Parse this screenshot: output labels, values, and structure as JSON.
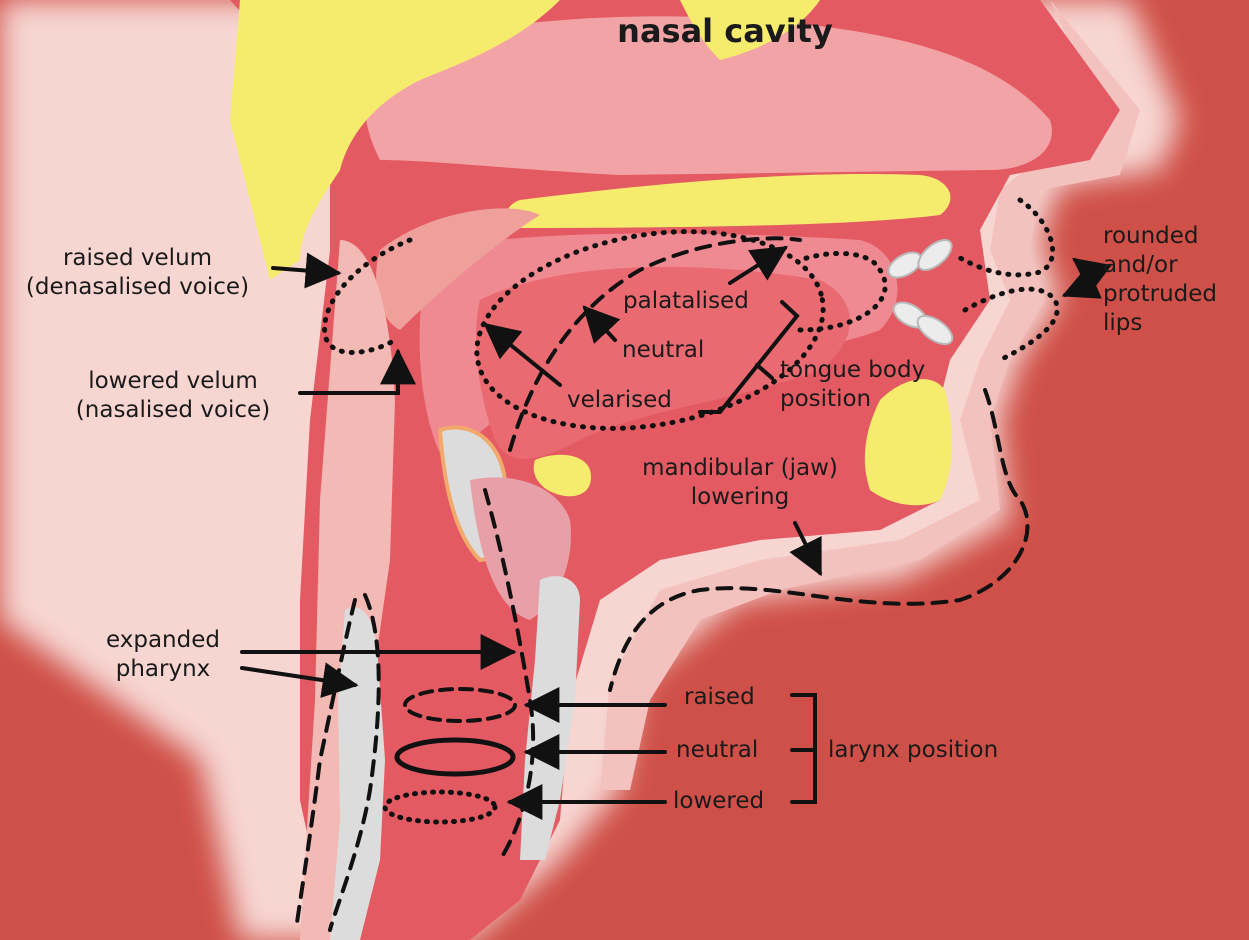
{
  "title": "nasal cavity",
  "labels": {
    "raised_velum": {
      "line1": "raised velum",
      "line2": "(denasalised voice)"
    },
    "lowered_velum": {
      "line1": "lowered velum",
      "line2": "(nasalised voice)"
    },
    "expanded_pharynx": {
      "line1": "expanded",
      "line2": "pharynx"
    },
    "tongue": {
      "palatalised": "palatalised",
      "neutral": "neutral",
      "velarised": "velarised",
      "group_line1": "tongue body",
      "group_line2": "position"
    },
    "jaw": {
      "line1": "mandibular (jaw)",
      "line2": "lowering"
    },
    "lips": {
      "line1": "rounded",
      "line2": "and/or",
      "line3": "protruded",
      "line4": "lips"
    },
    "larynx": {
      "raised": "raised",
      "neutral": "neutral",
      "lowered": "lowered",
      "group": "larynx position"
    }
  },
  "colors": {
    "background": "#cf5048",
    "neck_skin": "#f7d6d2",
    "tissue": "#e8606a",
    "cavity": "#f09aa0",
    "bone": "#f5ec6e",
    "cartilage": "#f2a96c",
    "airway_grey": "#d8d8d8",
    "annotation": "#111111"
  }
}
